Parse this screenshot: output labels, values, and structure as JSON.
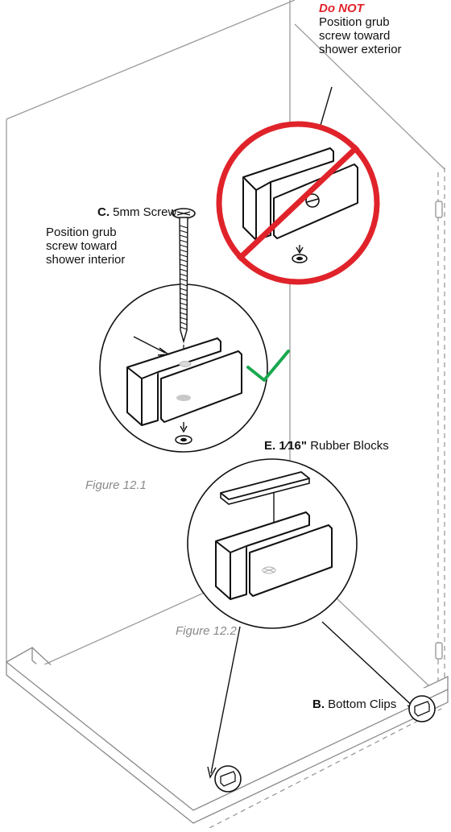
{
  "warning": {
    "title": "Do NOT",
    "body": "Position grub screw toward shower exterior",
    "accent_color": "#e0232a"
  },
  "interior_note": "Position grub screw toward shower interior",
  "check_color": "#1aa84f",
  "callouts": {
    "screw": {
      "letter": "C.",
      "label": "5mm Screw"
    },
    "rubber_blocks": {
      "letter": "E.",
      "size": "1⁄16\"",
      "label": "Rubber Blocks"
    },
    "bottom_clips": {
      "letter": "B.",
      "label": "Bottom Clips"
    }
  },
  "figures": {
    "fig1": "Figure 12.1",
    "fig2": "Figure 12.2"
  },
  "icons": [
    "no-symbol-icon",
    "checkmark-icon",
    "screw-icon",
    "clip-icon",
    "rubber-block-icon"
  ]
}
